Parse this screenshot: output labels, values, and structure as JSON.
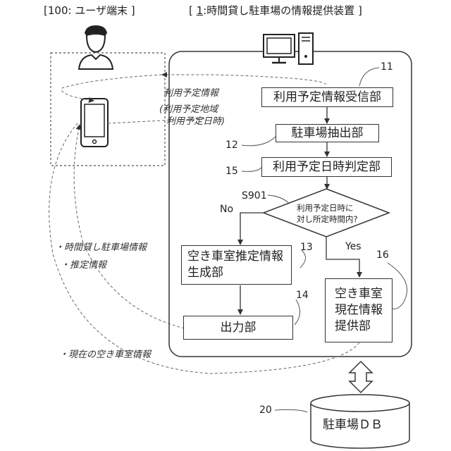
{
  "headers": {
    "user_terminal": "[100: ユーザ端末 ]",
    "device_open": "[ ",
    "device_num": "1",
    "device_name": ":時間貸し駐車場の情報提供装置 ]"
  },
  "blocks": {
    "receiver": {
      "num": "11",
      "label": "利用予定情報受信部"
    },
    "extractor": {
      "num": "12",
      "label": "駐車場抽出部"
    },
    "judge": {
      "num": "15",
      "label": "利用予定日時判定部"
    },
    "decision": {
      "num": "S901",
      "line1": "利用予定日時に",
      "line2": "対し所定時間内?"
    },
    "estimator": {
      "num": "13",
      "line1": "空き車室推定情報",
      "line2": "生成部"
    },
    "output": {
      "num": "14",
      "label": "出力部"
    },
    "provider": {
      "num": "16",
      "line1": "空き車室",
      "line2": "現在情報",
      "line3": "提供部"
    }
  },
  "branches": {
    "no": "No",
    "yes": "Yes"
  },
  "flows": {
    "usage_info": "利用予定情報",
    "usage_area": "(利用予定地域",
    "usage_datetime": "利用予定日時)",
    "hourly_parking_info": "・時間貸し駐車場情報",
    "estimated_info": "・推定情報",
    "current_vacancy_info": "・現在の空き車室情報"
  },
  "database": {
    "num": "20",
    "label": "駐車場ＤＢ"
  },
  "icons": [
    "user-icon",
    "smartphone-icon",
    "computer-icon"
  ]
}
